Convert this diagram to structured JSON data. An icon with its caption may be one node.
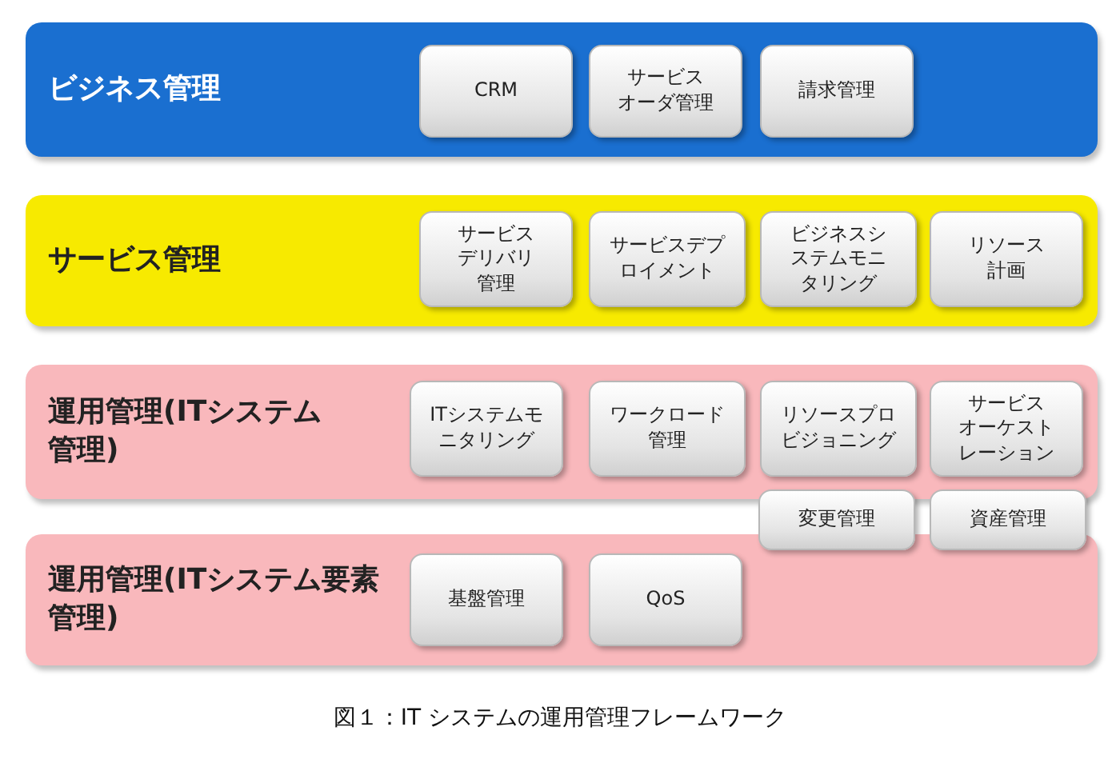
{
  "diagram": {
    "caption": "図１：IT システムの運用管理フレームワーク",
    "nodes": [
      {
        "text": [
          "ビジネス管理"
        ]
      },
      {
        "text": [
          "CRM"
        ],
        "in": 0
      },
      {
        "text": [
          "サービスオーダ管理"
        ],
        "in": 0
      },
      {
        "text": [
          "請求管理"
        ],
        "in": 0
      },
      {
        "text": [
          "サービス管理"
        ]
      },
      {
        "text": [
          "サービスデリバリ管理"
        ],
        "in": 4
      },
      {
        "text": [
          "サービスデプロイメント"
        ],
        "in": 4
      },
      {
        "text": [
          "ビジネスシステムモニタリング"
        ],
        "in": 4
      },
      {
        "text": [
          "リソース計画"
        ],
        "in": 4
      },
      {
        "text": [
          "運用管理(ITシステム管理)"
        ]
      },
      {
        "text": [
          "ITシステムモニタリング"
        ],
        "in": 9
      },
      {
        "text": [
          "ワークロード管理"
        ],
        "in": 9
      },
      {
        "text": [
          "リソースプロビジョニング"
        ],
        "in": 9
      },
      {
        "text": [
          "サービスオーケストレーション"
        ],
        "in": 9
      },
      {
        "text": [
          "変更管理"
        ]
      },
      {
        "text": [
          "資産管理"
        ]
      },
      {
        "text": [
          "運用管理(ITシステム要素管理)"
        ]
      },
      {
        "text": [
          "基盤管理"
        ],
        "in": 16
      },
      {
        "text": [
          "QoS"
        ],
        "in": 16
      }
    ]
  }
}
